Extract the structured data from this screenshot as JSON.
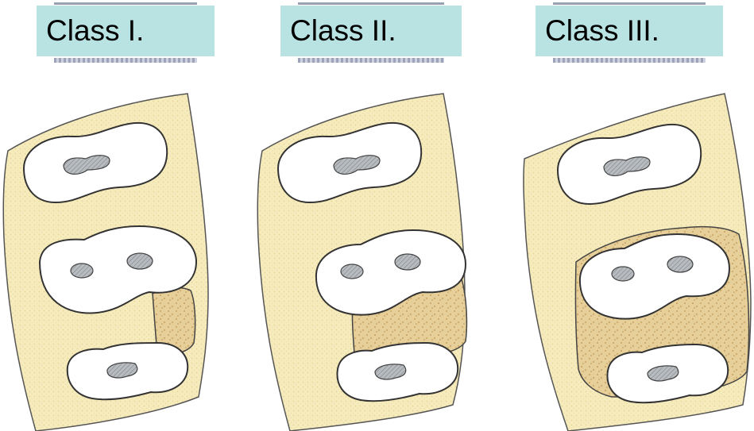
{
  "panels": [
    {
      "label": "Class I."
    },
    {
      "label": "Class II."
    },
    {
      "label": "Class III."
    }
  ],
  "colors": {
    "label_background": "#b9e2e3",
    "gum": "#f6ebbc",
    "gum_stipple": "#e7d694",
    "tooth": "#ffffff",
    "outline": "#333333",
    "prosthesis": "#e3c98e",
    "pulp": "#a5a9ad"
  }
}
